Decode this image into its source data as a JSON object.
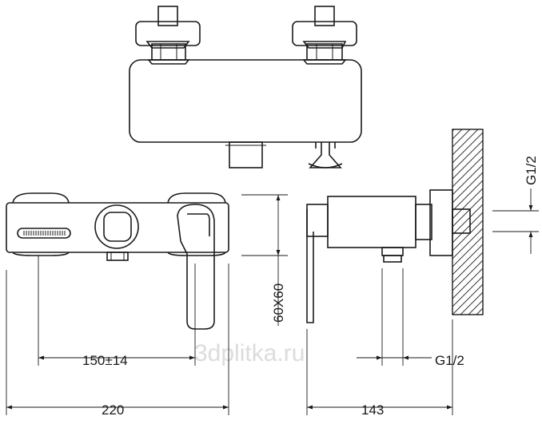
{
  "dimensions": {
    "spacing": "150±14",
    "width": "220",
    "depth": "143",
    "block_section": "60X60",
    "outlet_thread": "G1/2",
    "inlet_thread": "G1/2"
  },
  "watermark": "3dplitka.ru"
}
